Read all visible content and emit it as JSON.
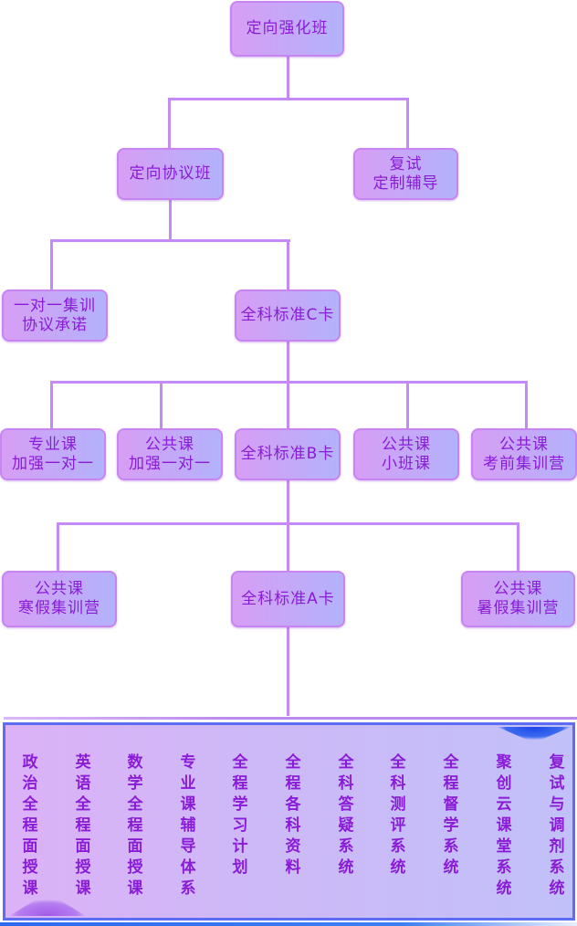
{
  "diagram": {
    "title": "定向强化班",
    "root": {
      "lines": [
        "定向强化班"
      ]
    },
    "level1": [
      {
        "lines": [
          "定向协议班"
        ]
      },
      {
        "lines": [
          "复试",
          "定制辅导"
        ]
      }
    ],
    "level2": [
      {
        "lines": [
          "一对一集训",
          "协议承诺"
        ]
      },
      {
        "lines": [
          "全科标准C卡"
        ]
      }
    ],
    "level3": [
      {
        "lines": [
          "专业课",
          "加强一对一"
        ]
      },
      {
        "lines": [
          "公共课",
          "加强一对一"
        ]
      },
      {
        "lines": [
          "全科标准B卡"
        ]
      },
      {
        "lines": [
          "公共课",
          "小班课"
        ]
      },
      {
        "lines": [
          "公共课",
          "考前集训营"
        ]
      }
    ],
    "level4": [
      {
        "lines": [
          "公共课",
          "寒假集训营"
        ]
      },
      {
        "lines": [
          "全科标准A卡"
        ]
      },
      {
        "lines": [
          "公共课",
          "暑假集训营"
        ]
      }
    ],
    "services": [
      "政治全程面授课",
      "英语全程面授课",
      "数学全程面授课",
      "专业课辅导体系",
      "全程学习计划",
      "全程各科资料",
      "全科答疑系统",
      "全科测评系统",
      "全程督学系统",
      "聚创云课堂系统",
      "复试与调剂系统"
    ],
    "colors": {
      "node_border": "#c785f2",
      "node_text": "#8a1bd6",
      "connector": "#c58af5",
      "panel_border": "#5c6cf3"
    }
  }
}
